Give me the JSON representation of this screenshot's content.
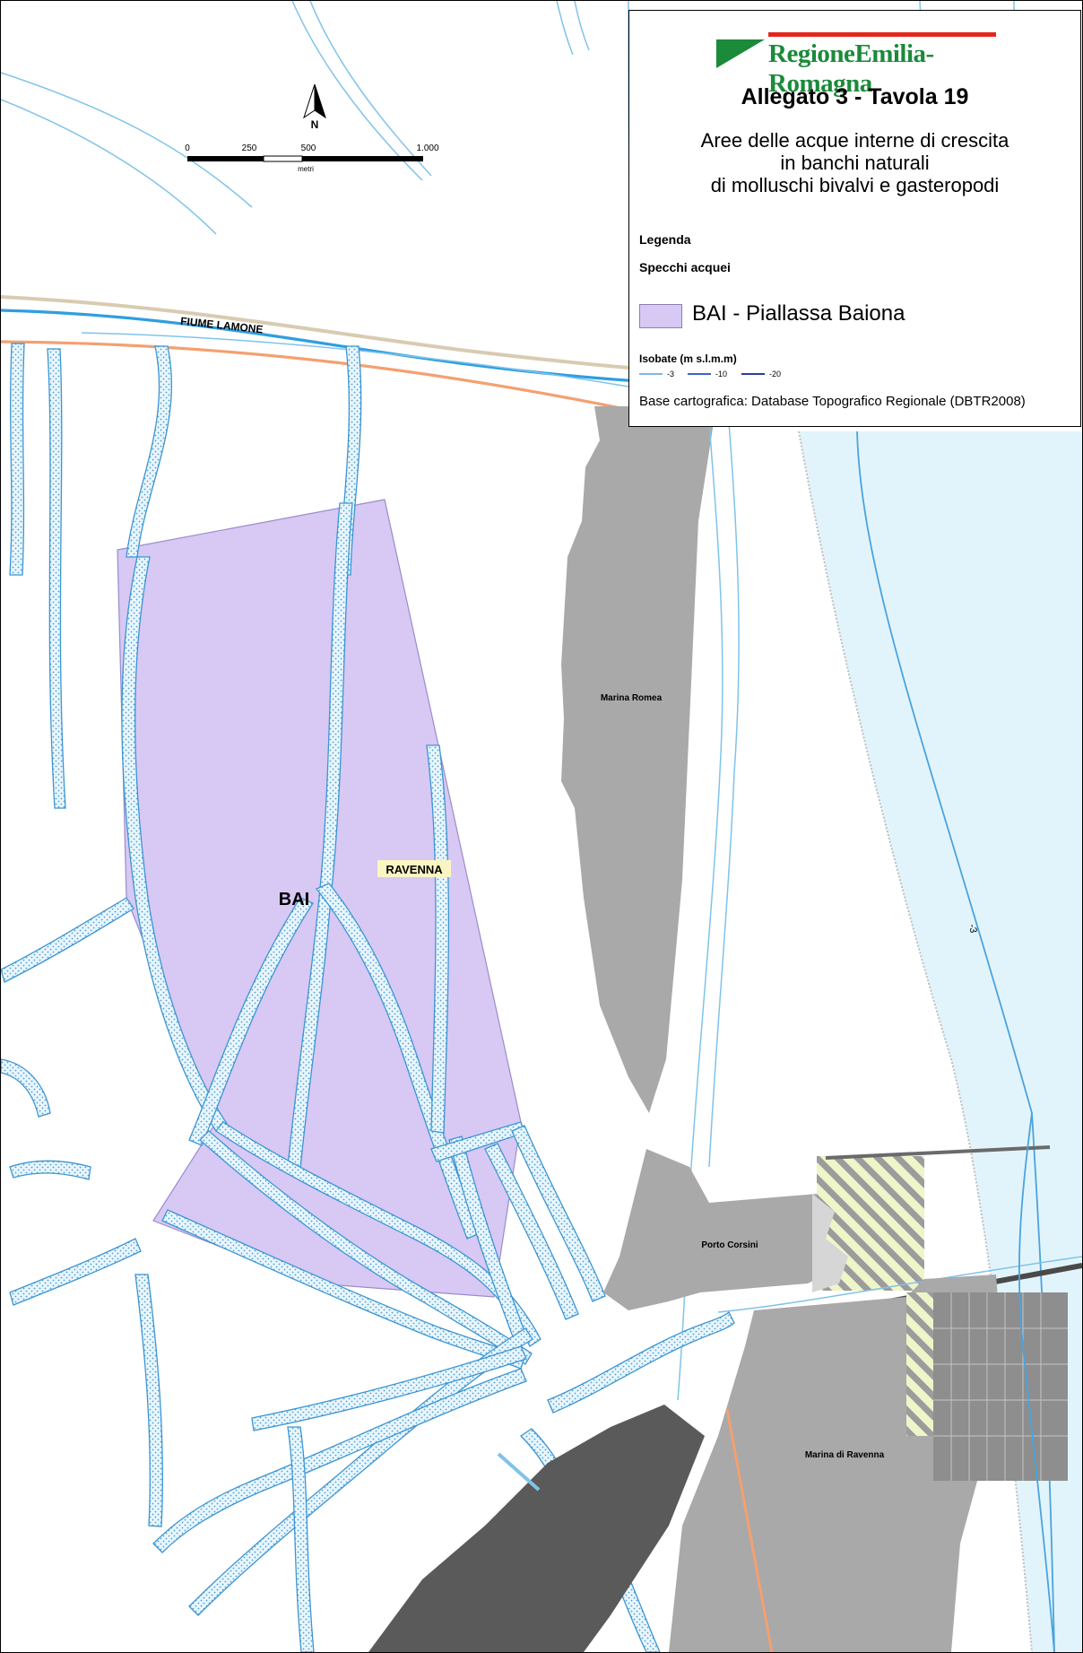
{
  "legend": {
    "logo_text": "RegioneEmilia-Romagna",
    "title": "Allegato 3 - Tavola 19",
    "subtitle_lines": [
      "Aree delle acque interne di crescita",
      "in banchi naturali",
      "di molluschi bivalvi e gasteropodi"
    ],
    "legenda": "Legenda",
    "specchi": "Specchi acquei",
    "zone_label": "BAI - Piallassa Baiona",
    "isobate_title": "Isobate (m s.l.m.m)",
    "isobate": [
      {
        "value": "-3",
        "color": "#7fb6e6"
      },
      {
        "value": "-10",
        "color": "#3a64c8"
      },
      {
        "value": "-20",
        "color": "#2a3f9a"
      }
    ],
    "base": "Base cartografica: Database Topografico Regionale (DBTR2008)"
  },
  "scale": {
    "ticks": [
      "0",
      "250",
      "500",
      "1.000"
    ],
    "unit": "metri",
    "north": "N"
  },
  "labels": {
    "river": "FIUME LAMONE",
    "bai": "BAI",
    "ravenna": "RAVENNA",
    "marina_romea": "Marina Romea",
    "porto_corsini": "Porto Corsini",
    "marina_di_ravenna": "Marina di Ravenna",
    "isobath": "-3"
  },
  "colors": {
    "zone_fill": "#d7c8f4",
    "urban": "#a9a9a9",
    "port": "#5a5a5a",
    "sea": "#e2f4fb",
    "channel": "#7fc3ea",
    "coast_road": "#f4a070"
  }
}
